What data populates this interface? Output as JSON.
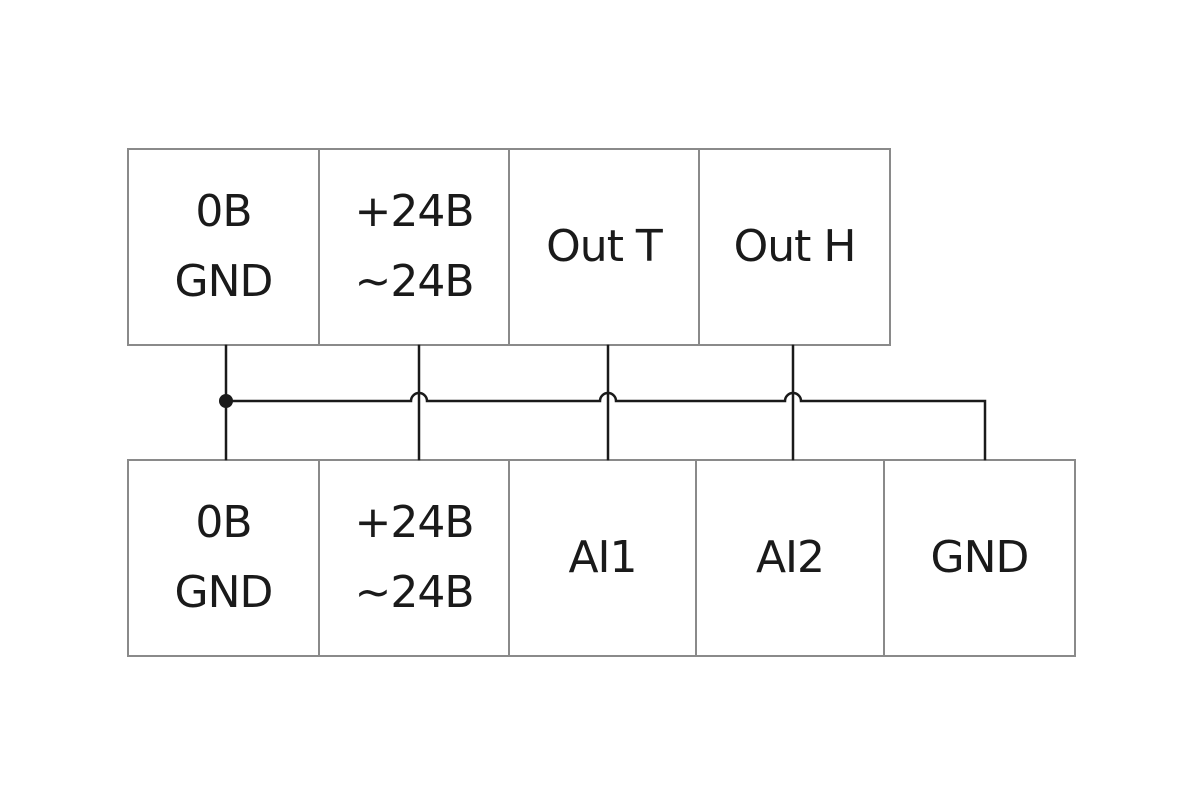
{
  "top_terminals": [
    {
      "lines": [
        "0B",
        "GND"
      ]
    },
    {
      "lines": [
        "+24B",
        "~24B"
      ]
    },
    {
      "lines": [
        "Out T"
      ]
    },
    {
      "lines": [
        "Out H"
      ]
    }
  ],
  "bottom_terminals": [
    {
      "lines": [
        "0B",
        "GND"
      ]
    },
    {
      "lines": [
        "+24B",
        "~24B"
      ]
    },
    {
      "lines": [
        "AI1"
      ]
    },
    {
      "lines": [
        "AI2"
      ]
    },
    {
      "lines": [
        "GND"
      ]
    }
  ],
  "colors": {
    "border": "#8a8a8a",
    "wire": "#1a1a1a",
    "text": "#1a1a1a"
  }
}
